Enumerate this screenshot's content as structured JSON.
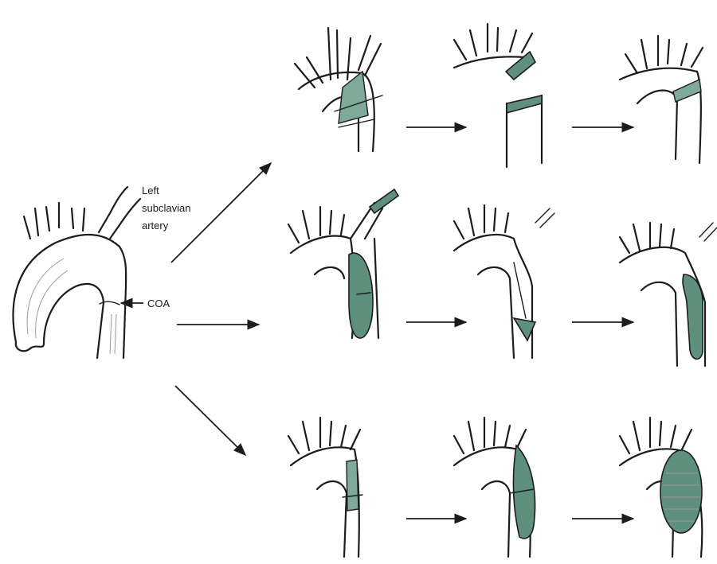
{
  "figure": {
    "labels": {
      "left_subclavian_line1": "Left",
      "left_subclavian_line2": "subclavian",
      "left_subclavian_line3": "artery",
      "coa": "COA"
    }
  }
}
